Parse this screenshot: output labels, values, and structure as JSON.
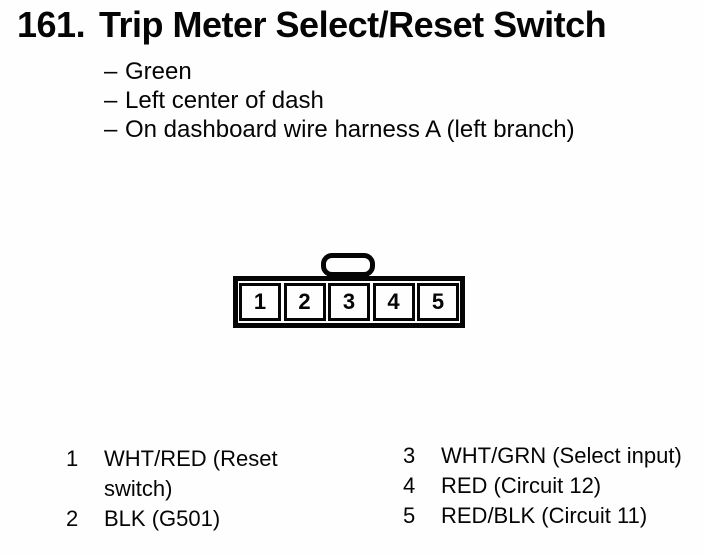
{
  "header": {
    "number": "161.",
    "title": "Trip Meter Select/Reset Switch"
  },
  "details": {
    "dash": "–",
    "items": [
      "Green",
      "Left center of dash",
      "On dashboard wire harness A (left branch)"
    ]
  },
  "connector": {
    "type": "5-pin connector, lock tab on top above pin 3",
    "pins": [
      "1",
      "2",
      "3",
      "4",
      "5"
    ]
  },
  "legend": {
    "left": [
      {
        "num": "1",
        "label": "WHT/RED (Reset switch)"
      },
      {
        "num": "2",
        "label": "BLK (G501)"
      }
    ],
    "right": [
      {
        "num": "3",
        "label": "WHT/GRN (Select input)"
      },
      {
        "num": "4",
        "label": "RED (Circuit 12)"
      },
      {
        "num": "5",
        "label": "RED/BLK (Circuit 11)"
      }
    ]
  },
  "colors": {
    "ink": "#050505",
    "paper": "#fefefe"
  }
}
